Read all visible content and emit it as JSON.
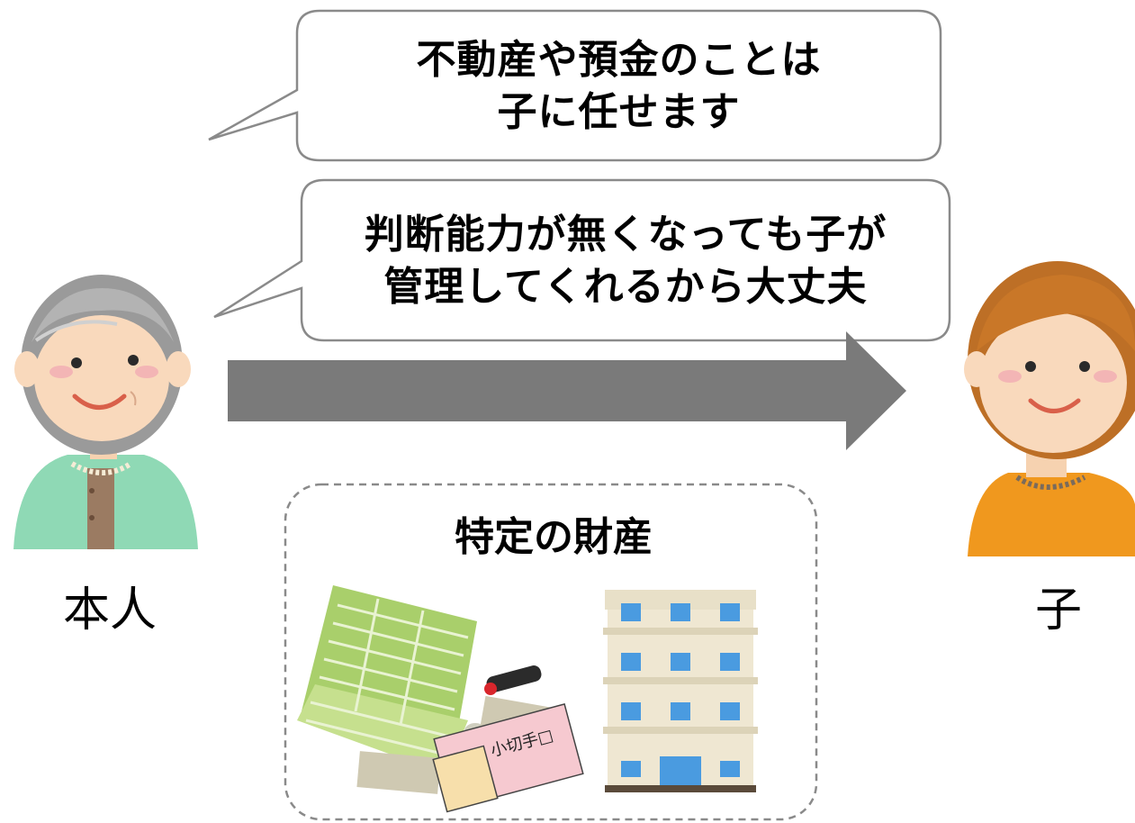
{
  "bubble_top": {
    "line1": "不動産や預金のことは",
    "line2": "子に任せます"
  },
  "bubble_middle": {
    "line1": "判断能力が無くなっても子が",
    "line2": "管理してくれるから大丈夫"
  },
  "person_left": {
    "label": "本人",
    "icon": "elderly-woman-icon"
  },
  "person_right": {
    "label": "子",
    "icon": "adult-woman-icon"
  },
  "assets": {
    "title": "特定の財産",
    "items": [
      {
        "icon": "bankbook-icon"
      },
      {
        "icon": "cheque-icon"
      },
      {
        "icon": "apartment-building-icon"
      }
    ]
  },
  "colors": {
    "arrow": "#7a7a7a",
    "bubble_border": "#8a8a8a",
    "left_cardigan": "#8fd9b5",
    "right_sweater": "#f0981e",
    "bankbook_green": "#a9cf6b"
  }
}
